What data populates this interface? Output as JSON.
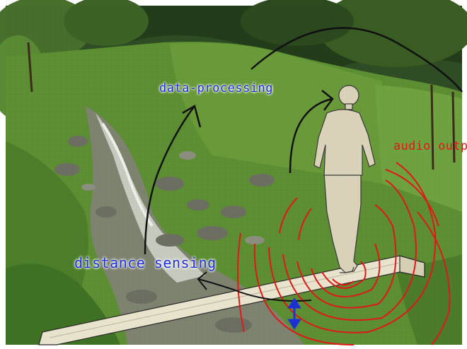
{
  "labels": {
    "data_processing": "data-processing",
    "distance_sensing": "distance sensing",
    "audio_output": "audio outp"
  },
  "colors": {
    "label_blue": "#1f2fd6",
    "audio_red": "#e01818",
    "sketch_black": "#111111",
    "figure_fill": "#d9d2b8",
    "plank_fill": "#e7e3cc"
  },
  "scene": {
    "elements": [
      "forest-background",
      "grass-hillside",
      "stream",
      "wooden-plank",
      "walking-person",
      "sensing-arrow",
      "processing-arrow",
      "feedback-arc",
      "audio-waves",
      "distance-double-arrow"
    ]
  }
}
